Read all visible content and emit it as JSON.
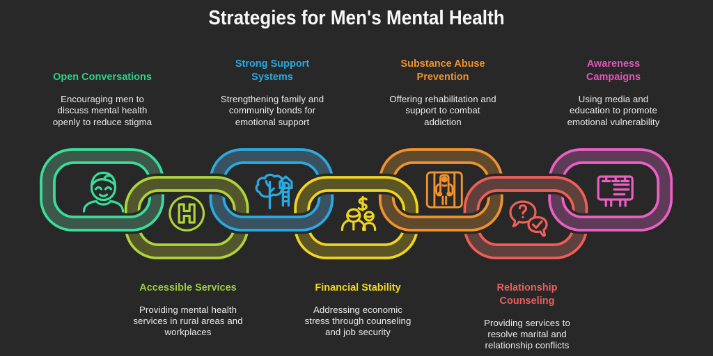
{
  "title": "Strategies for Men's Mental Health",
  "colors": {
    "background": "#282828",
    "title_text": "#F7F7F7",
    "body_text": "#ECECEC"
  },
  "items": [
    {
      "id": "open-conversations",
      "row": "top",
      "heading": "Open Conversations",
      "heading_color": "#2FD08A",
      "description": "Encouraging men to\ndiscuss mental health\nopenly to reduce stigma",
      "link_stroke": "#3BDD9B",
      "link_fill": "#3C584A",
      "icon": "person-icon"
    },
    {
      "id": "accessible-services",
      "row": "bottom",
      "heading": "Accessible Services",
      "heading_color": "#9CCB3D",
      "description": "Providing mental health\nservices in rural areas and\nworkplaces",
      "link_stroke": "#AFD437",
      "link_fill": "#53562C",
      "icon": "hospital-icon"
    },
    {
      "id": "strong-support-systems",
      "row": "top",
      "heading": "Strong Support\nSystems",
      "heading_color": "#29A9E1",
      "description": "Strengthening family and\ncommunity bonds for\nemotional support",
      "link_stroke": "#2BAAE2",
      "link_fill": "#3A5260",
      "icon": "treehouse-icon"
    },
    {
      "id": "financial-stability",
      "row": "bottom",
      "heading": "Financial Stability",
      "heading_color": "#F2D91D",
      "description": "Addressing economic\nstress through counseling\nand job security",
      "link_stroke": "#EFD51F",
      "link_fill": "#5B5526",
      "icon": "money-people-icon"
    },
    {
      "id": "substance-abuse-prevention",
      "row": "top",
      "heading": "Substance Abuse\nPrevention",
      "heading_color": "#F0922D",
      "description": "Offering rehabilitation and\nsupport to combat\naddiction",
      "link_stroke": "#F0922D",
      "link_fill": "#5F4A2D",
      "icon": "prison-icon"
    },
    {
      "id": "relationship-counseling",
      "row": "bottom",
      "heading": "Relationship\nCounseling",
      "heading_color": "#ED5D5D",
      "description": "Providing services to\nresolve marital and\nrelationship conflicts",
      "link_stroke": "#F05F57",
      "link_fill": "#5E403C",
      "icon": "chat-bubbles-icon"
    },
    {
      "id": "awareness-campaigns",
      "row": "top",
      "heading": "Awareness\nCampaigns",
      "heading_color": "#E452BB",
      "description": "Using media and\neducation to promote\nemotional vulnerability",
      "link_stroke": "#EC5FC4",
      "link_fill": "#5E3C58",
      "icon": "billboard-icon"
    }
  ]
}
